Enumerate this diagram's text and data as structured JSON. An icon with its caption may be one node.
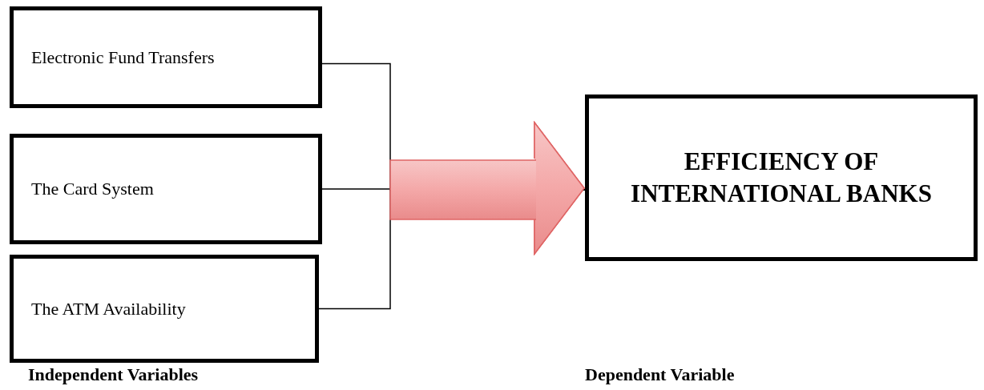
{
  "diagram": {
    "nodes": [
      {
        "text": [
          "Electronic Fund Transfers"
        ]
      },
      {
        "text": [
          "The Card System"
        ]
      },
      {
        "text": [
          "The ATM Availability"
        ]
      },
      {
        "text": [
          "EFFICIENCY OF INTERNATIONAL BANKS"
        ]
      }
    ],
    "edges": [
      {
        "from": 0,
        "to": 3,
        "arrow": "to"
      },
      {
        "from": 1,
        "to": 3,
        "arrow": "to"
      },
      {
        "from": 2,
        "to": 3,
        "arrow": "to"
      }
    ],
    "labels": [
      "Independent Variables",
      "Dependent Variable"
    ]
  }
}
